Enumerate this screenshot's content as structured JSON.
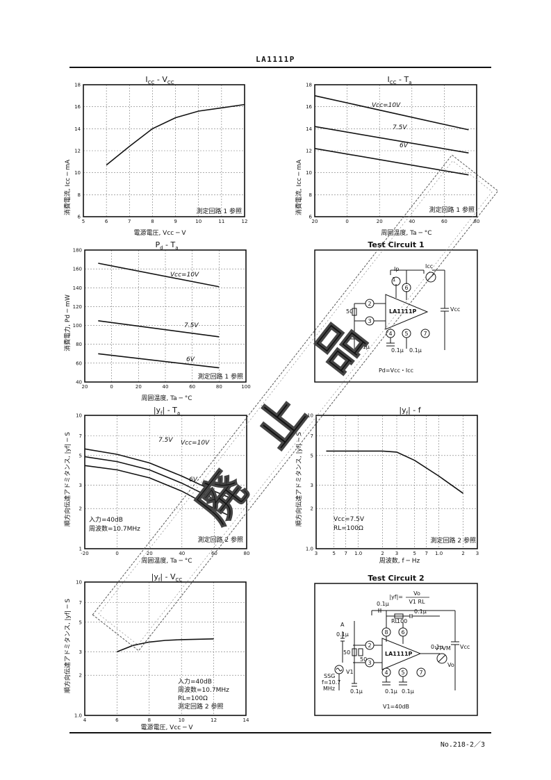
{
  "header": {
    "title": "LA1111P"
  },
  "footer": {
    "page": "No.218-2／3"
  },
  "chart_data": [
    {
      "id": "icc_vcc",
      "type": "line",
      "title_main": "I",
      "title_sub1": "CC",
      "title_mid": " - V",
      "title_sub2": "CC",
      "xlabel": "電源電圧, Vcc ─ V",
      "ylabel": "消費電流, Icc ─ mA",
      "xlim": [
        5,
        12
      ],
      "ylim": [
        6,
        18
      ],
      "xticks": [
        "5",
        "6",
        "7",
        "8",
        "9",
        "10",
        "11",
        "12"
      ],
      "yticks": [
        "6",
        "8",
        "10",
        "12",
        "14",
        "16",
        "18"
      ],
      "note": "測定回路 1 参照",
      "series": [
        {
          "x": [
            6,
            7,
            8,
            9,
            10,
            11,
            12
          ],
          "y": [
            10.7,
            12.4,
            14.0,
            15.0,
            15.6,
            15.9,
            16.2
          ]
        }
      ]
    },
    {
      "id": "icc_ta",
      "type": "line",
      "title_main": "I",
      "title_sub1": "CC",
      "title_mid": " - T",
      "title_sub2": "a",
      "xlabel": "周囲温度, Ta ─ °C",
      "ylabel": "消費電流, Icc ─ mA",
      "xlim": [
        -20,
        80
      ],
      "ylim": [
        6,
        18
      ],
      "xticks": [
        "20",
        "0",
        "20",
        "40",
        "60",
        "80"
      ],
      "yticks": [
        "6",
        "8",
        "10",
        "12",
        "14",
        "16",
        "18"
      ],
      "note": "測定回路 1 参照",
      "series": [
        {
          "name": "Vcc=10V",
          "x": [
            -20,
            75
          ],
          "y": [
            17.0,
            13.9
          ]
        },
        {
          "name": "7.5V",
          "x": [
            -20,
            75
          ],
          "y": [
            14.2,
            11.8
          ]
        },
        {
          "name": "6V",
          "x": [
            -20,
            75
          ],
          "y": [
            12.2,
            9.8
          ]
        }
      ]
    },
    {
      "id": "pd_ta",
      "type": "line",
      "title_main": "P",
      "title_sub1": "d",
      "title_mid": " - T",
      "title_sub2": "a",
      "xlabel": "周囲温度, Ta ─ °C",
      "ylabel": "消費電力, Pd ─ mW",
      "xlim": [
        -20,
        100
      ],
      "ylim": [
        40,
        180
      ],
      "xticks": [
        "20",
        "0",
        "20",
        "40",
        "60",
        "80",
        "100"
      ],
      "yticks": [
        "40",
        "60",
        "80",
        "100",
        "120",
        "140",
        "160",
        "180"
      ],
      "note": "測定回路 1 参照",
      "series": [
        {
          "name": "Vcc=10V",
          "x": [
            -10,
            80
          ],
          "y": [
            166,
            141
          ]
        },
        {
          "name": "7.5V",
          "x": [
            -10,
            80
          ],
          "y": [
            105,
            88
          ]
        },
        {
          "name": "6V",
          "x": [
            -10,
            80
          ],
          "y": [
            70,
            55
          ]
        }
      ]
    },
    {
      "id": "yf_ta",
      "type": "line",
      "title_main": "|y",
      "title_sub1": "f",
      "title_mid": "| - T",
      "title_sub2": "a",
      "xlabel": "周囲温度, Ta ─ °C",
      "ylabel": "順方向伝達アドミタンス, |yf| ─ S",
      "xlim": [
        -20,
        80
      ],
      "ylim": [
        1,
        10
      ],
      "yscale": "log",
      "xticks": [
        "-20",
        "0",
        "20",
        "40",
        "60",
        "80"
      ],
      "yticks": [
        {
          "v": 1,
          "t": "1"
        },
        {
          "v": 2,
          "t": "2"
        },
        {
          "v": 3,
          "t": "3"
        },
        {
          "v": 5,
          "t": "5"
        },
        {
          "v": 7,
          "t": "7"
        },
        {
          "v": 10,
          "t": "10"
        }
      ],
      "note": "測定回路 2 参照",
      "inputs": [
        "入力=40dB",
        "周波数=10.7MHz"
      ],
      "series": [
        {
          "name": "Vcc=10V",
          "x": [
            -20,
            0,
            20,
            40,
            60,
            70
          ],
          "y": [
            5.6,
            5.1,
            4.4,
            3.5,
            2.7,
            2.4
          ]
        },
        {
          "name": "7.5V",
          "x": [
            -20,
            0,
            20,
            40,
            60,
            70
          ],
          "y": [
            4.9,
            4.5,
            3.9,
            3.1,
            2.35,
            2.05
          ]
        },
        {
          "name": "6V",
          "x": [
            -20,
            0,
            20,
            40,
            60,
            70
          ],
          "y": [
            4.2,
            3.9,
            3.4,
            2.7,
            2.0,
            1.75
          ]
        }
      ]
    },
    {
      "id": "yf_f",
      "type": "line",
      "title_main": "|y",
      "title_sub1": "f",
      "title_mid": "| - f",
      "title_sub2": "",
      "xlabel": "周波数, f ─ Hz",
      "ylabel": "順方向伝達アドミタンス, |yf| ─ S",
      "xlim": [
        3,
        300
      ],
      "ylim": [
        1,
        10
      ],
      "xscale": "log",
      "yscale": "log",
      "xticks": [
        {
          "v": 3,
          "t": "3"
        },
        {
          "v": 5,
          "t": "5"
        },
        {
          "v": 7,
          "t": "7"
        },
        {
          "v": 10,
          "t": "1.0"
        },
        {
          "v": 20,
          "t": "2"
        },
        {
          "v": 30,
          "t": "3"
        },
        {
          "v": 50,
          "t": "5"
        },
        {
          "v": 70,
          "t": "7"
        },
        {
          "v": 100,
          "t": "1.0"
        },
        {
          "v": 200,
          "t": "2"
        },
        {
          "v": 300,
          "t": "3"
        }
      ],
      "yticks": [
        {
          "v": 1,
          "t": "1.0"
        },
        {
          "v": 2,
          "t": "2"
        },
        {
          "v": 3,
          "t": "3"
        },
        {
          "v": 5,
          "t": "5"
        },
        {
          "v": 7,
          "t": "7"
        },
        {
          "v": 10,
          "t": "10"
        }
      ],
      "note": "測定回路 2 参照",
      "inputs": [
        "Vcc=7.5V",
        "RL=100Ω"
      ],
      "series": [
        {
          "x": [
            4,
            10,
            20,
            30,
            50,
            100,
            200
          ],
          "y": [
            5.4,
            5.4,
            5.4,
            5.3,
            4.6,
            3.5,
            2.6
          ]
        }
      ]
    },
    {
      "id": "yf_vcc",
      "type": "line",
      "title_main": "|y",
      "title_sub1": "f",
      "title_mid": "| - V",
      "title_sub2": "CC",
      "xlabel": "電源電圧, Vcc ─ V",
      "ylabel": "順方向伝達アドミタンス, |yf| ─ S",
      "xlim": [
        4,
        14
      ],
      "ylim": [
        1,
        10
      ],
      "yscale": "log",
      "xticks": [
        "4",
        "6",
        "8",
        "10",
        "12",
        "14"
      ],
      "yticks": [
        {
          "v": 1,
          "t": "1.0"
        },
        {
          "v": 2,
          "t": "2"
        },
        {
          "v": 3,
          "t": "3"
        },
        {
          "v": 5,
          "t": "5"
        },
        {
          "v": 7,
          "t": "7"
        },
        {
          "v": 10,
          "t": "10"
        }
      ],
      "inputs": [
        "入力=40dB",
        "周波数=10.7MHz",
        "RL=100Ω",
        "測定回路 2 参照"
      ],
      "series": [
        {
          "x": [
            6,
            7,
            8,
            9,
            10,
            12
          ],
          "y": [
            3.0,
            3.35,
            3.55,
            3.65,
            3.7,
            3.75
          ]
        }
      ]
    }
  ],
  "circuits": {
    "tc1": {
      "title": "Test Circuit 1",
      "formula": "Pd=Vcc・Icc",
      "ic": "LA1111P",
      "pins": [
        "1",
        "2",
        "3",
        "4",
        "5",
        "6",
        "7"
      ],
      "labels": {
        "r50": "50",
        "cap1": "0.1µ",
        "cap2": "0.1µ",
        "cap3": "0.1µ",
        "ip": "Ip",
        "icc": "Icc",
        "vcc": "Vcc"
      }
    },
    "tc2": {
      "title": "Test Circuit 2",
      "formula_lhs": "|yf|=",
      "formula_num": "Vo",
      "formula_den": "V1 RL",
      "ic": "LA1111P",
      "pins": [
        "2",
        "3",
        "4",
        "5",
        "6",
        "7",
        "8"
      ],
      "footer": "V1=40dB",
      "labels": {
        "a": "A",
        "c01a": "0.1µ",
        "c01b": "0.1µ",
        "c01c": "0.1µ",
        "c01d": "0.1µ",
        "c01e": "0.1µ",
        "c01f": "0.1µ",
        "c01g": "0.1µ",
        "rl": "RL",
        "r100": "100",
        "r50a": "50",
        "r50b": "50",
        "v1": "V1",
        "vtvm": "VTVM",
        "vo": "Vo",
        "vcc": "Vcc",
        "ssg1": "SSG",
        "ssg2": "f=10.7",
        "ssg3": "MHz"
      }
    }
  },
  "watermark": {
    "text": "廃止品"
  }
}
